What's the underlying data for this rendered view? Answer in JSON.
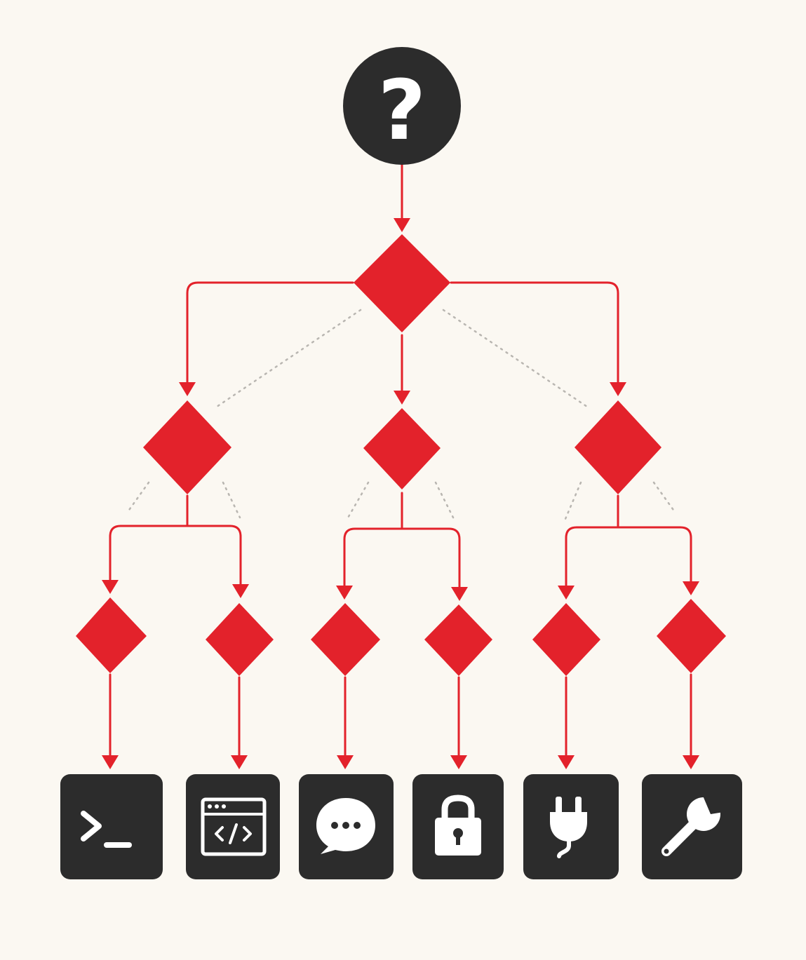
{
  "colors": {
    "background": "#fbf8f2",
    "accent": "#e3222b",
    "dark": "#2c2c2c",
    "icon": "#ffffff",
    "dotted": "#b9b6b1"
  },
  "root": {
    "symbol": "?",
    "icon": "question-icon"
  },
  "levels": {
    "decision": 1,
    "branches": 3,
    "leaves": 6
  },
  "outcomes": [
    {
      "icon": "terminal-icon"
    },
    {
      "icon": "code-window-icon"
    },
    {
      "icon": "chat-bubble-icon"
    },
    {
      "icon": "padlock-icon"
    },
    {
      "icon": "plug-icon"
    },
    {
      "icon": "wrench-icon"
    }
  ]
}
